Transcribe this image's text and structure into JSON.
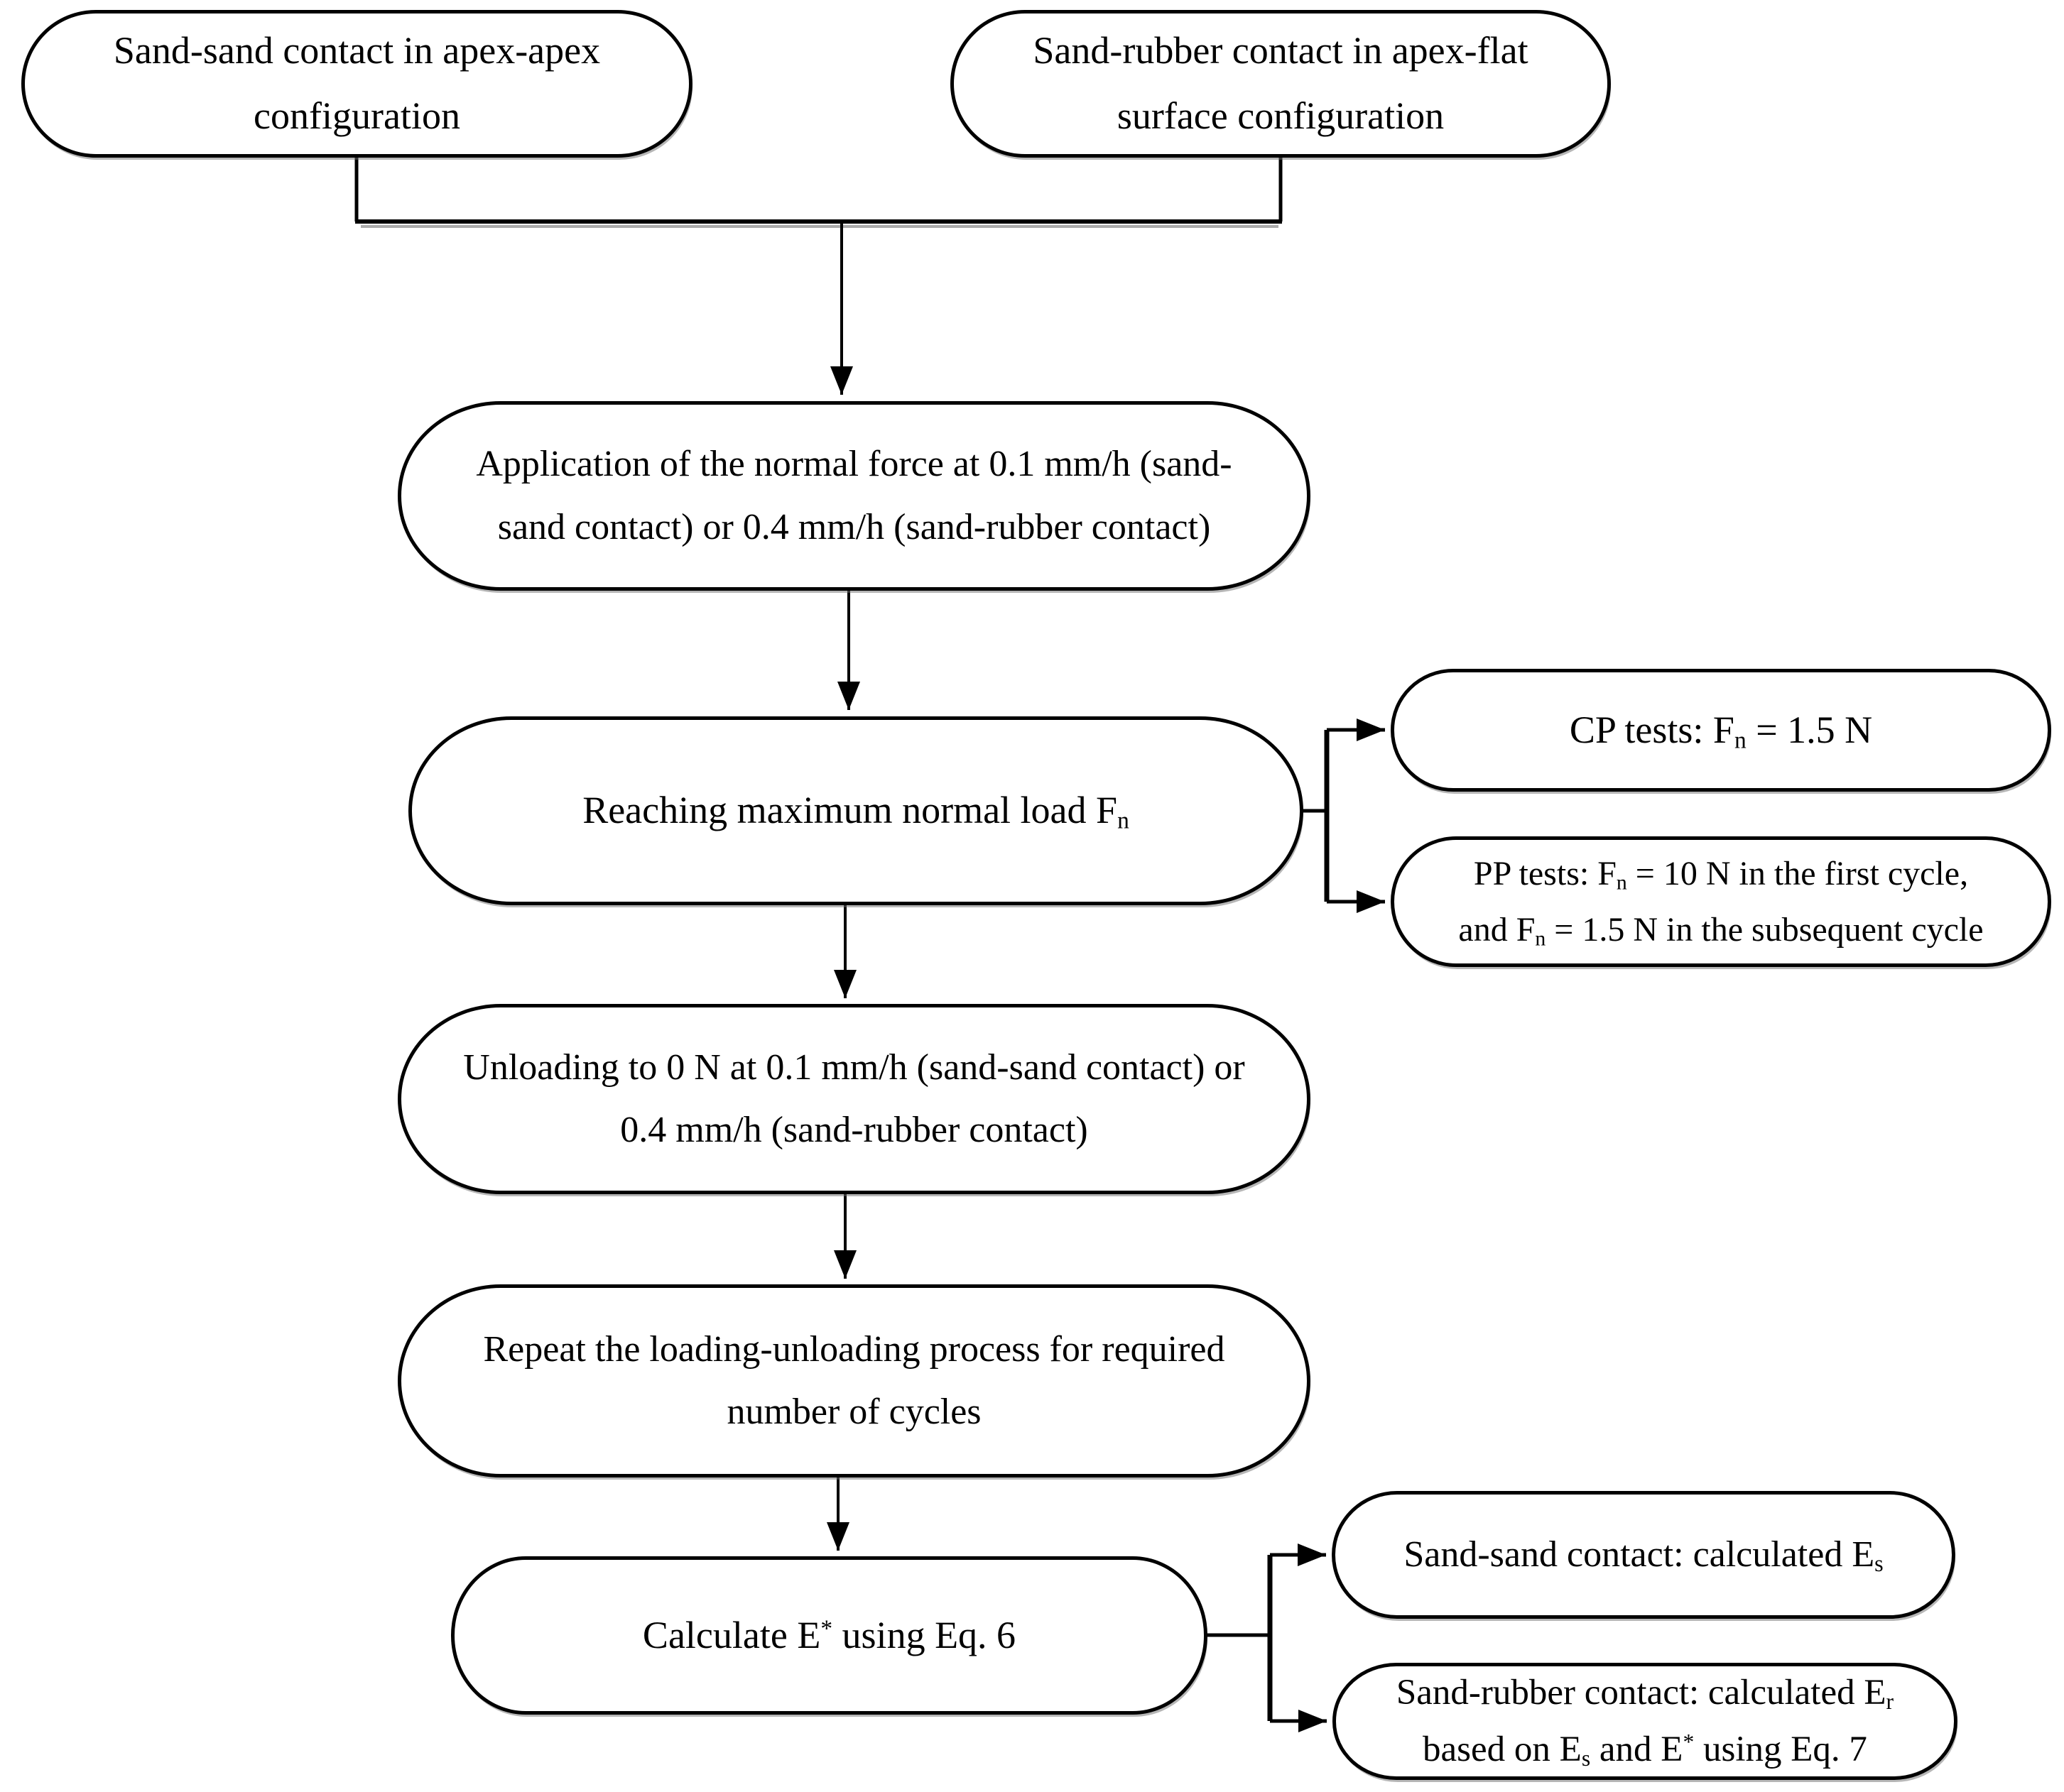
{
  "diagram": {
    "type": "flowchart",
    "background_color": "#ffffff",
    "line_color": "#000000",
    "box_fill_color": "#ffffff",
    "box_border_color": "#000000",
    "nodes": {
      "sand_sand": {
        "text": "Sand-sand contact in apex-apex configuration",
        "segments": [
          {
            "t": "Sand-sand contact in apex-apex"
          },
          {
            "br": true
          },
          {
            "t": "configuration"
          }
        ]
      },
      "sand_rubber": {
        "text": "Sand-rubber contact in apex-flat surface configuration",
        "segments": [
          {
            "t": "Sand-rubber contact in apex-flat"
          },
          {
            "br": true
          },
          {
            "t": "surface configuration"
          }
        ]
      },
      "apply": {
        "text": "Application of the normal force at 0.1 mm/h (sand-sand contact) or 0.4 mm/h (sand-rubber contact)",
        "segments": [
          {
            "t": "Application of the normal force at 0.1 mm/h (sand-"
          },
          {
            "br": true
          },
          {
            "t": "sand contact) or 0.4 mm/h  (sand-rubber contact)"
          }
        ]
      },
      "reach": {
        "text": "Reaching maximum normal load Fn",
        "segments": [
          {
            "t": "Reaching maximum normal load  F"
          },
          {
            "t": "n",
            "style": "sub"
          }
        ]
      },
      "cp": {
        "text": "CP tests: Fn = 1.5 N",
        "segments": [
          {
            "t": "CP tests: F"
          },
          {
            "t": "n",
            "style": "sub"
          },
          {
            "t": " = 1.5 N"
          }
        ]
      },
      "pp": {
        "text": "PP tests: Fn = 10 N in the first cycle, and Fn = 1.5 N in the subsequent cycle",
        "segments": [
          {
            "t": "PP tests: F"
          },
          {
            "t": "n",
            "style": "sub"
          },
          {
            "t": " = 10 N in the first cycle,"
          },
          {
            "br": true
          },
          {
            "t": "and F"
          },
          {
            "t": "n",
            "style": "sub"
          },
          {
            "t": " = 1.5 N in the subsequent cycle"
          }
        ]
      },
      "unload": {
        "text": "Unloading to 0 N at 0.1 mm/h (sand-sand contact) or 0.4 mm/h (sand-rubber contact)",
        "segments": [
          {
            "t": "Unloading to 0 N at 0.1 mm/h (sand-sand contact) or"
          },
          {
            "br": true
          },
          {
            "t": "0.4 mm/h (sand-rubber contact)"
          }
        ]
      },
      "repeat": {
        "text": "Repeat the loading-unloading process for required number of cycles",
        "segments": [
          {
            "t": "Repeat the loading-unloading process for required"
          },
          {
            "br": true
          },
          {
            "t": "number of cycles"
          }
        ]
      },
      "calc": {
        "text": "Calculate E* using Eq. 6",
        "segments": [
          {
            "t": "Calculate E"
          },
          {
            "t": "*",
            "style": "sup"
          },
          {
            "t": " using Eq. 6"
          }
        ]
      },
      "result_sand": {
        "text": "Sand-sand contact: calculated Es",
        "segments": [
          {
            "t": "Sand-sand contact: calculated E"
          },
          {
            "t": "s",
            "style": "sub"
          }
        ]
      },
      "result_rubber": {
        "text": "Sand-rubber contact: calculated Er based on Es and E* using Eq. 7",
        "segments": [
          {
            "t": "Sand-rubber contact: calculated E"
          },
          {
            "t": "r",
            "style": "sub"
          },
          {
            "br": true
          },
          {
            "t": "based on E"
          },
          {
            "t": "s",
            "style": "sub"
          },
          {
            "t": " and E"
          },
          {
            "t": "*",
            "style": "sup"
          },
          {
            "t": " using Eq. 7"
          }
        ]
      }
    },
    "edges": [
      {
        "from": "sand_sand",
        "to": "apply"
      },
      {
        "from": "sand_rubber",
        "to": "apply"
      },
      {
        "from": "apply",
        "to": "reach"
      },
      {
        "from": "reach",
        "to": "cp"
      },
      {
        "from": "reach",
        "to": "pp"
      },
      {
        "from": "reach",
        "to": "unload"
      },
      {
        "from": "unload",
        "to": "repeat"
      },
      {
        "from": "repeat",
        "to": "calc"
      },
      {
        "from": "calc",
        "to": "result_sand"
      },
      {
        "from": "calc",
        "to": "result_rubber"
      }
    ]
  }
}
